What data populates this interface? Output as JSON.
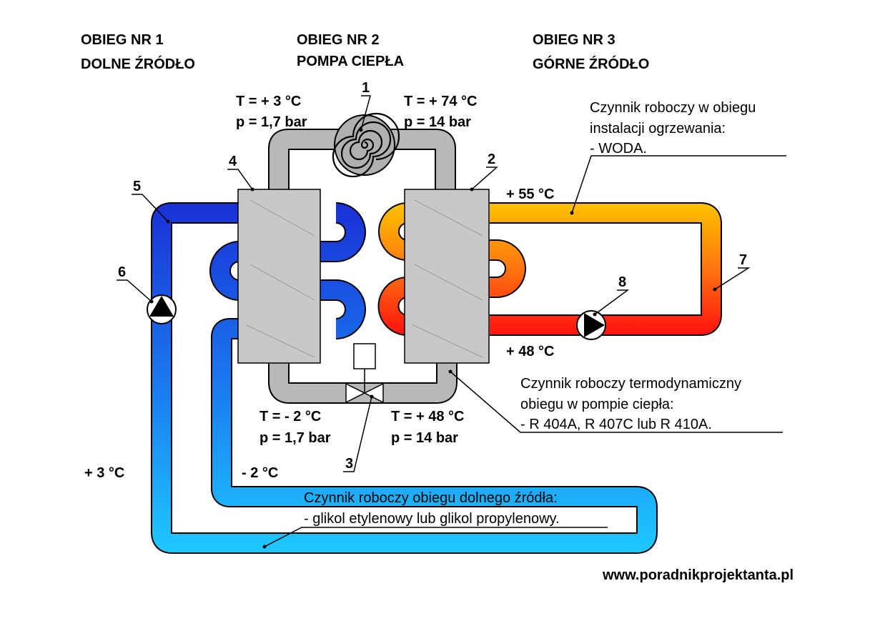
{
  "headers": {
    "c1_line1": "OBIEG NR 1",
    "c1_line2": "DOLNE ŹRÓDŁO",
    "c2_line1": "OBIEG NR 2",
    "c2_line2": "POMPA CIEPŁA",
    "c3_line1": "OBIEG NR 3",
    "c3_line2": "GÓRNE ŹRÓDŁO"
  },
  "conditions": {
    "evap_out_T": "T = + 3 °C",
    "evap_out_p": "p = 1,7 bar",
    "comp_out_T": "T = + 74 °C",
    "comp_out_p": "p = 14 bar",
    "valve_out_T": "T = - 2 °C",
    "valve_out_p": "p = 1,7 bar",
    "cond_out_T": "T = + 48 °C",
    "cond_out_p": "p = 14 bar"
  },
  "temperatures": {
    "supply": "+ 55 °C",
    "return": "+ 48 °C",
    "brine_in": "+ 3 °C",
    "brine_out": "- 2 °C"
  },
  "numbers": [
    "1",
    "2",
    "3",
    "4",
    "5",
    "6",
    "7",
    "8"
  ],
  "notes": {
    "water_l1": "Czynnik roboczy w obiegu",
    "water_l2": "instalacji ogrzewania:",
    "water_l3": "- WODA.",
    "refr_l1": "Czynnik roboczy termodynamiczny",
    "refr_l2": "obiegu w pompie ciepła:",
    "refr_l3": "- R 404A, R 407C lub R 410A.",
    "brine_l1": "Czynnik roboczy obiegu dolnego źródła:",
    "brine_l2": "- glikol etylenowy lub glikol propylenowy."
  },
  "website": "www.poradnikprojektanta.pl",
  "colors": {
    "cold_dark": "#1a2fd6",
    "cold_light": "#1ec8ff",
    "hot_yellow": "#ffc000",
    "hot_red": "#ff1010",
    "refrigerant": "#b8b8b8",
    "exchanger": "#c8c8c8"
  }
}
